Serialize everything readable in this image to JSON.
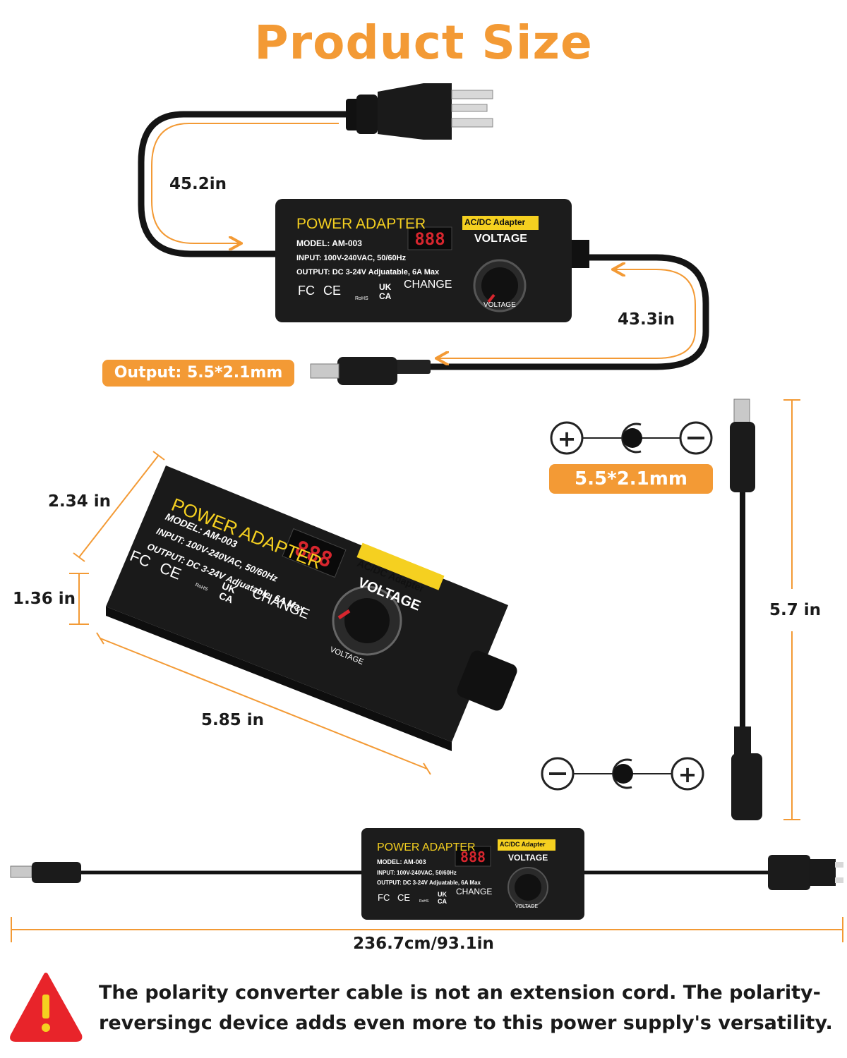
{
  "title": "Product Size",
  "colors": {
    "accent": "#f39a35",
    "adapter_body": "#1c1c1c",
    "label_yellow": "#f5d020",
    "digit_red": "#d7262e",
    "warning_red": "#e8242a"
  },
  "top_view": {
    "cable_in_length": "45.2in",
    "cable_out_length": "43.3in",
    "output_label": "Output: 5.5*2.1mm"
  },
  "adapter_label": {
    "brand": "POWER ADAPTER",
    "model": "MODEL: AM-003",
    "input": "INPUT: 100V-240VAC, 50/60Hz",
    "output": "OUTPUT: DC 3-24V Adjuatable, 6A Max",
    "type_badge": "AC/DC Adapter",
    "voltage": "VOLTAGE",
    "change": "CHANGE",
    "knob_label": "VOLTAGE",
    "display": "888",
    "marks": [
      "FC",
      "CE",
      "UK",
      "CA",
      "RoHS"
    ]
  },
  "side_view": {
    "width": "2.34 in",
    "height": "1.36 in",
    "length": "5.85 in"
  },
  "polarity": {
    "size_label": "5.5*2.1mm",
    "cable_length": "5.7 in",
    "top_symbols": [
      "+",
      "●",
      "−"
    ],
    "bottom_symbols": [
      "−",
      "●",
      "+"
    ]
  },
  "full_view": {
    "total_length": "236.7cm/93.1in"
  },
  "warning": {
    "icon": "warning-triangle-icon",
    "text": "The polarity converter cable is not an extension cord. The polarity-reversingc device adds even more to this power supply's versatility."
  }
}
